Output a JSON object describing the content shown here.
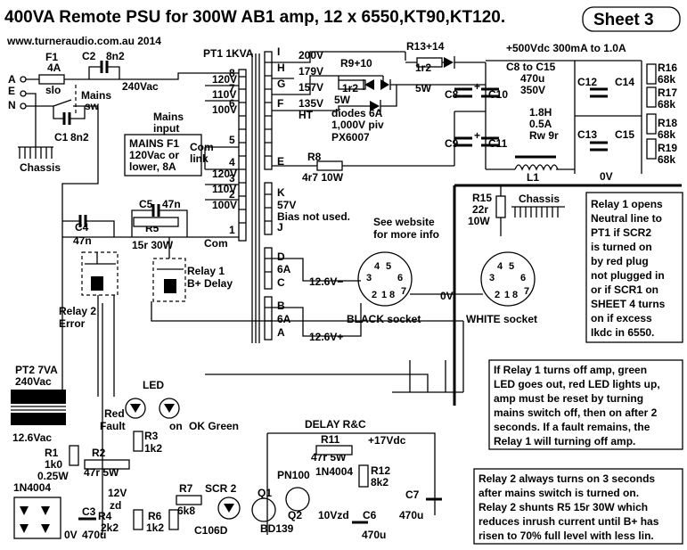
{
  "title": "400VA Remote PSU for 300W AB1 amp, 12 x 6550,KT90,KT120.",
  "sheet": "Sheet 3",
  "website": "www.turneraudio.com.au  2014",
  "pt1": {
    "name": "PT1 1KVA",
    "primary_taps": [
      "120V",
      "110V",
      "100V",
      "120V",
      "110V",
      "100V"
    ],
    "pin_numbers": [
      "8",
      "7",
      "6",
      "5",
      "4",
      "3",
      "2",
      "1"
    ],
    "mains_input": [
      "Mains",
      "input"
    ],
    "com_link": [
      "Com",
      "link"
    ],
    "com": "Com",
    "ht_letters": [
      "I",
      "H",
      "G",
      "F",
      "E"
    ],
    "ht_taps": [
      "200V",
      "179V",
      "157V",
      "135V",
      "HT"
    ],
    "bias_letters": [
      "K",
      "J"
    ],
    "bias": [
      "57V",
      "Bias not used."
    ],
    "heater_d": [
      "D",
      "6A",
      "C"
    ],
    "heater_b": [
      "B",
      "6A",
      "A"
    ]
  },
  "mains": {
    "a": "A",
    "e": "E",
    "n": "N",
    "f1": "F1",
    "f1_val": "4A",
    "slo": "slo",
    "c2": "C2",
    "c2_val": "8n2",
    "c1": "C1",
    "c1_val": "8n2",
    "v240": "240Vac",
    "sw": [
      "Mains",
      "sw"
    ],
    "chassis": "Chassis",
    "f1_note": [
      "MAINS F1",
      "120Vac or",
      "lower, 8A"
    ]
  },
  "soft_start": {
    "c4": "C4",
    "c4_val": "47n",
    "c5": "C5",
    "c5_val": "47n",
    "r5": "R5",
    "r5_val": "15r 30W",
    "relay1": [
      "Relay 1",
      "B+ Delay"
    ],
    "relay2": [
      "Relay 2",
      "Error"
    ]
  },
  "ht": {
    "r9": "R9+10",
    "r9_val": "1r2",
    "r9_w": "5W",
    "r13": "R13+14",
    "r13_val": "1r2",
    "r13_w": "5W",
    "diodes": [
      "diodes 6A",
      "1,000V piv",
      "PX6007"
    ],
    "r8": "R8",
    "r8_val": "4r7 10W",
    "caps": [
      "C8",
      "C10",
      "C9",
      "C11",
      "C12",
      "C14",
      "C13",
      "C15"
    ],
    "cap_spec": [
      "C8 to C15",
      "470u",
      "350V"
    ],
    "choke": [
      "1.8H",
      "0.5A",
      "Rw 9r"
    ],
    "l1": "L1",
    "bplus": "+500Vdc 300mA to 1.0A",
    "bleeders": [
      "R16",
      "R17",
      "R18",
      "R19"
    ],
    "bleeder_val": "68k",
    "zero_v": "0V"
  },
  "sockets": {
    "r15": "R15",
    "r15_val": "22r",
    "r15_w": "10W",
    "chassis": "Chassis",
    "black": "BLACK socket",
    "white": "WHITE socket",
    "v126_minus": "12.6V−",
    "v126_plus": "12.6V+",
    "zero_v": "0V",
    "pins": [
      "1",
      "2",
      "3",
      "4",
      "5",
      "6",
      "7",
      "8"
    ],
    "website_note": [
      "See website",
      "for more info"
    ]
  },
  "control": {
    "pt2": [
      "PT2 7VA",
      "240Vac"
    ],
    "v126ac": "12.6Vac",
    "r1": [
      "R1",
      "1k0",
      "0.25W"
    ],
    "bridge": "1N4004",
    "c3": "C3",
    "c3_val": "470u",
    "c3_0v": "0V",
    "led": "LED",
    "red_fault": [
      "Red",
      "Fault"
    ],
    "green": [
      "on",
      "OK Green"
    ],
    "r2": "R2",
    "r2_val": "47r 5W",
    "r3": "R3",
    "r3_val": "1k2",
    "zd": [
      "12V",
      "zd"
    ],
    "r4": "R4",
    "r4_val": "2k2",
    "r6": "R6",
    "r6_val": "1k2",
    "r7": "R7",
    "r7_val": "6k8",
    "scr2": "SCR 2",
    "scr2_part": "C106D",
    "delay": "DELAY R&C",
    "r11": "R11",
    "r11_val": "47r 5W",
    "v17": "+17Vdc",
    "d_1n4004": "1N4004",
    "r12": "R12",
    "r12_val": "8k2",
    "pn100": "PN100",
    "q1": "Q1",
    "q1_part": "BD139",
    "q2": "Q2",
    "zd10": "10Vzd",
    "c6": "C6",
    "c6_val": "470u",
    "c7": "C7",
    "c7_val": "470u"
  },
  "notes": {
    "relay1_opens": [
      "Relay 1 opens",
      "Neutral line to",
      "PT1 if SCR2",
      "is turned on",
      "by red plug",
      "not plugged in",
      "or if SCR1 on",
      "SHEET 4 turns",
      "on if excess",
      "Ikdc in 6550."
    ],
    "relay1_off": [
      "If Relay 1 turns off amp, green",
      "LED goes out, red LED lights up,",
      "amp must be reset by turning",
      "mains switch off, then on after 2",
      "seconds. If a fault remains, the",
      "Relay 1 will turning off amp."
    ],
    "relay2": [
      "Relay 2 always turns on 3 seconds",
      "after mains switch is turned on.",
      "Relay 2 shunts R5 15r 30W which",
      "reduces inrush current until B+ has",
      "risen to 70% full level with less lin."
    ]
  }
}
